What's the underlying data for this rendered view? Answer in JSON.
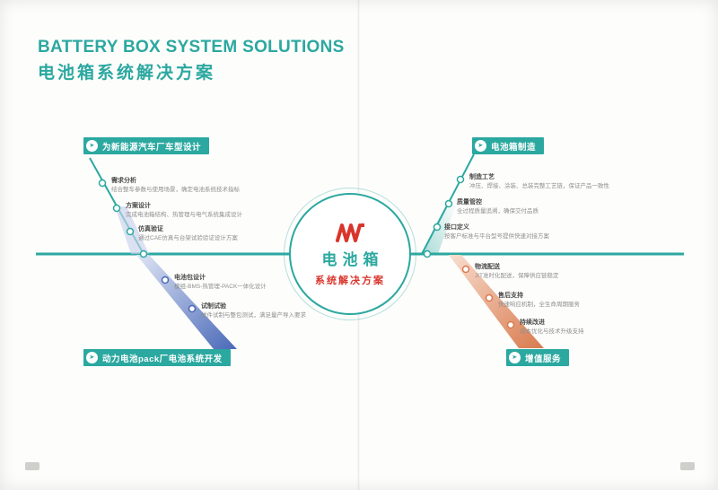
{
  "page": {
    "title_en": "BATTERY BOX SYSTEM SOLUTIONS",
    "title_zh": "电池箱系统解决方案"
  },
  "center_badge": {
    "logo_icon": "brand-logo-icon",
    "line1": "电池箱",
    "line2": "系统解决方案"
  },
  "ui": {
    "chip_icon": "arrow-circle-icon",
    "chip_icon_glyph": "➤"
  },
  "colors": {
    "teal": "#2BA8A0",
    "red": "#D9342B",
    "blue": "#4A69B8",
    "orange": "#D97A4E"
  },
  "branches": {
    "top_left": {
      "label": "为新能源汽车厂车型设计",
      "items": [
        {
          "title": "需求分析",
          "text": "结合整车参数与使用场景，确定电池系统技术指标"
        },
        {
          "title": "方案设计",
          "text": "完成电池箱结构、热管理与电气系统集成设计"
        },
        {
          "title": "仿真验证",
          "text": "通过CAE仿真与台架试验验证设计方案"
        }
      ]
    },
    "bottom_left": {
      "label": "动力电池pack厂电池系统开发",
      "items": [
        {
          "title": "电池包设计",
          "text": "模组-BMS-热管理-PACK一体化设计"
        },
        {
          "title": "试制试验",
          "text": "样件试制与整包测试，满足量产导入要求"
        }
      ]
    },
    "top_right": {
      "label": "电池箱制造",
      "items": [
        {
          "title": "制造工艺",
          "text": "冲压、焊接、涂装、总装完整工艺链，保证产品一致性"
        },
        {
          "title": "质量管控",
          "text": "全过程质量追溯，确保交付品质"
        },
        {
          "title": "接口定义",
          "text": "按客户标准与平台型号提供快速对接方案"
        }
      ]
    },
    "bottom_right": {
      "label": "增值服务",
      "items": [
        {
          "title": "物流配送",
          "text": "JIT准时化配送，保障供应链稳定"
        },
        {
          "title": "售后支持",
          "text": "快速响应机制，全生命周期服务"
        },
        {
          "title": "持续改进",
          "text": "成本优化与技术升级支持"
        }
      ]
    }
  }
}
